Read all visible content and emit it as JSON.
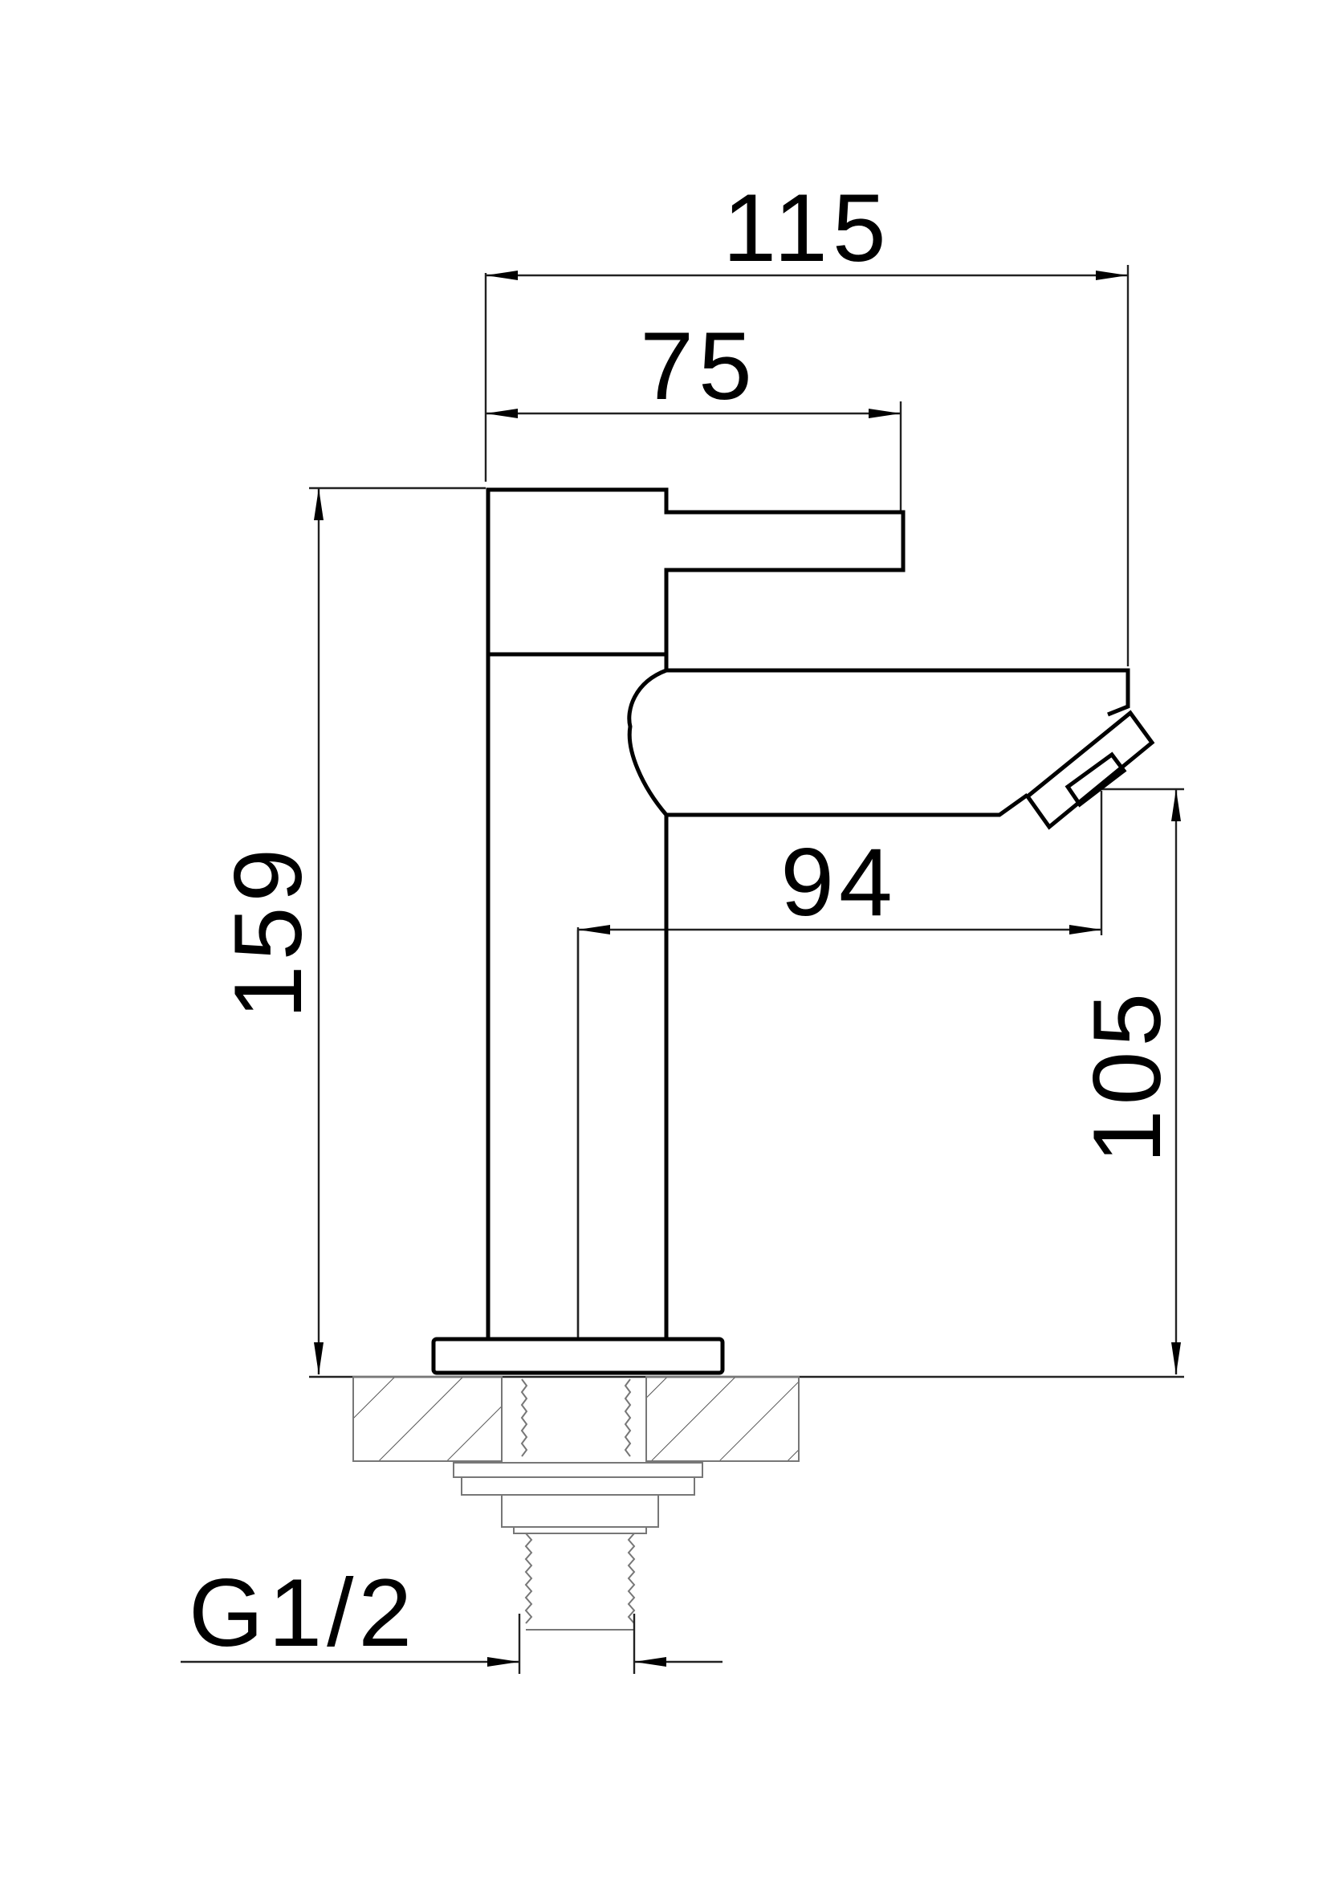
{
  "dimensions": {
    "overall_width": "115",
    "handle_reach": "75",
    "spout_reach": "94",
    "overall_height": "159",
    "spout_height": "105",
    "thread_size": "G1/2"
  },
  "colors": {
    "line": "#000000",
    "hatch": "#555555",
    "background": "#ffffff"
  }
}
